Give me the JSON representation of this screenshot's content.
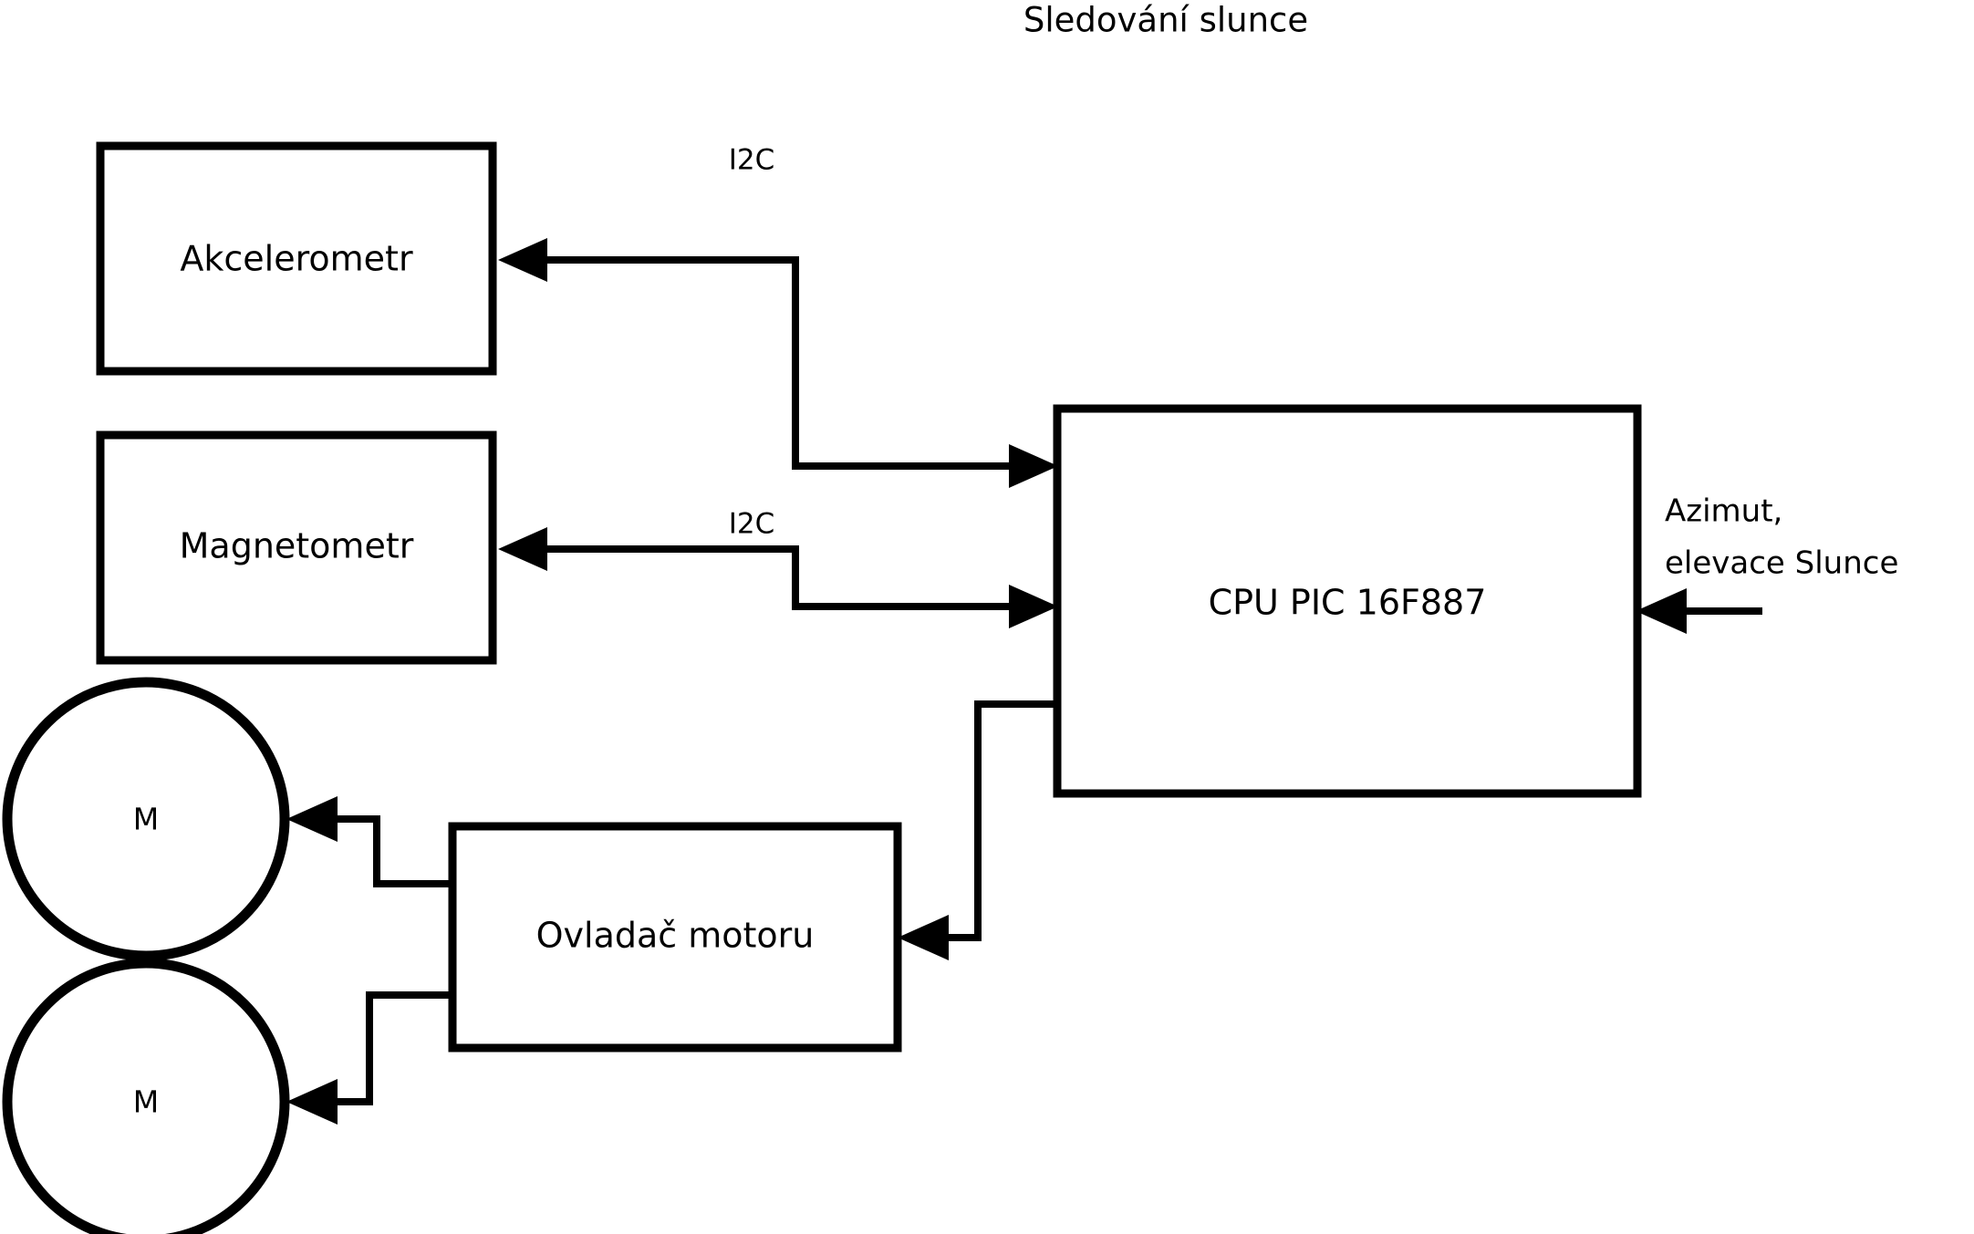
{
  "title": "Sledování slunce",
  "diagram": {
    "type": "block-diagram",
    "nodes": [
      {
        "id": "accelerometer",
        "label": "Akcelerometr",
        "shape": "rectangle"
      },
      {
        "id": "magnetometer",
        "label": "Magnetometr",
        "shape": "rectangle"
      },
      {
        "id": "cpu",
        "label": "CPU PIC 16F887",
        "shape": "rectangle"
      },
      {
        "id": "motor-driver",
        "label": "Ovladač motoru",
        "shape": "rectangle"
      },
      {
        "id": "motor-top",
        "label": "M",
        "shape": "circle"
      },
      {
        "id": "motor-bottom",
        "label": "M",
        "shape": "circle"
      }
    ],
    "edge_labels": {
      "i2c_accelerometer": "I2C",
      "i2c_magnetometer": "I2C"
    },
    "external_input": {
      "line1": "Azimut,",
      "line2": "elevace Slunce"
    }
  },
  "colors": {
    "stroke": "#000000",
    "fill": "#ffffff",
    "background": "#ffffff"
  }
}
